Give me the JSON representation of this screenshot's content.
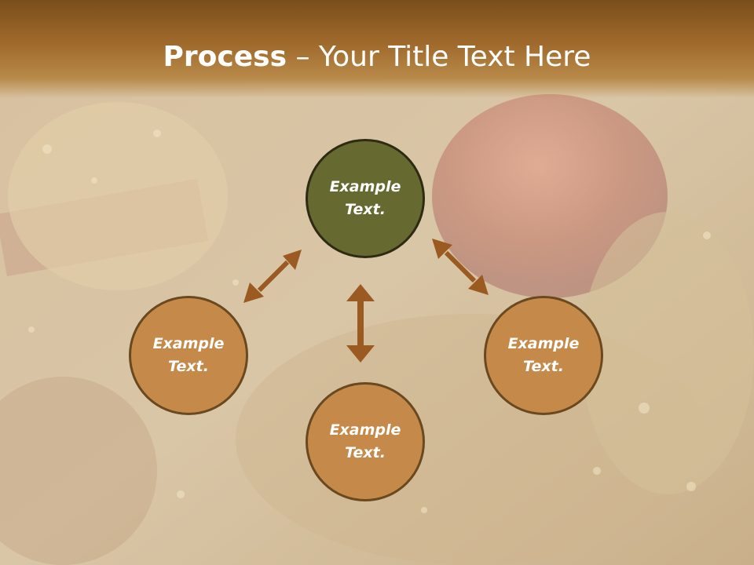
{
  "slide": {
    "title_bold": "Process",
    "title_rest": " – Your Title Text Here"
  },
  "nodes": [
    {
      "line1": "Example",
      "line2": "Text."
    },
    {
      "line1": "Example",
      "line2": "Text."
    },
    {
      "line1": "Example",
      "line2": "Text."
    },
    {
      "line1": "Example",
      "line2": "Text."
    }
  ],
  "colors": {
    "header": "#a06a2c",
    "center_node": "#666a30",
    "outer_node": "#c5894a",
    "arrow": "#9a5a22"
  }
}
